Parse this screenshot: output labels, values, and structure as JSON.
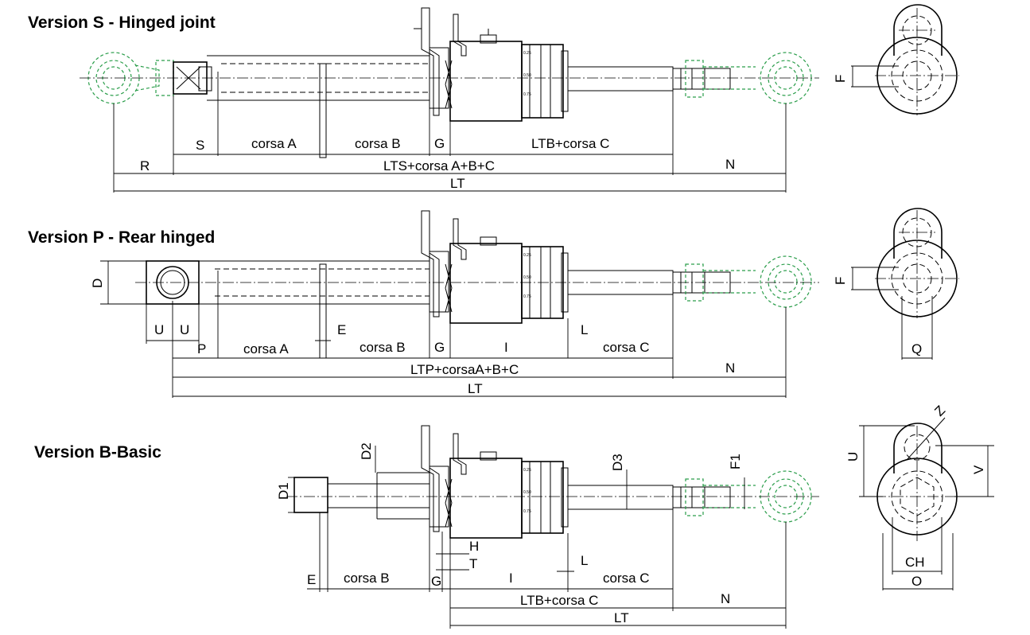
{
  "titles": {
    "s": "Version S - Hinged joint",
    "p": "Version P - Rear hinged",
    "b": "Version B-Basic"
  },
  "s": {
    "S": "S",
    "corsaA": "corsa A",
    "corsaB": "corsa B",
    "G": "G",
    "ltbC": "LTB+corsa C",
    "R": "R",
    "lts": "LTS+corsa A+B+C",
    "N": "N",
    "LT": "LT",
    "F": "F"
  },
  "p": {
    "D": "D",
    "U1": "U",
    "U2": "U",
    "E": "E",
    "P": "P",
    "corsaA": "corsa A",
    "corsaB": "corsa B",
    "G": "G",
    "I": "I",
    "L": "L",
    "corsaC": "corsa C",
    "ltp": "LTP+corsaA+B+C",
    "N": "N",
    "LT": "LT",
    "F": "F",
    "Q": "Q"
  },
  "b": {
    "D1": "D1",
    "D2": "D2",
    "D3": "D3",
    "F1": "F1",
    "H": "H",
    "T": "T",
    "E": "E",
    "corsaB": "corsa B",
    "G": "G",
    "I": "I",
    "L": "L",
    "corsaC": "corsa C",
    "ltbC": "LTB+corsa C",
    "N": "N",
    "LT": "LT",
    "U": "U",
    "V": "V",
    "Z": "Z",
    "CH": "CH",
    "O": "O"
  },
  "scale_marks": [
    "0.25",
    "0.50",
    "0.75"
  ]
}
